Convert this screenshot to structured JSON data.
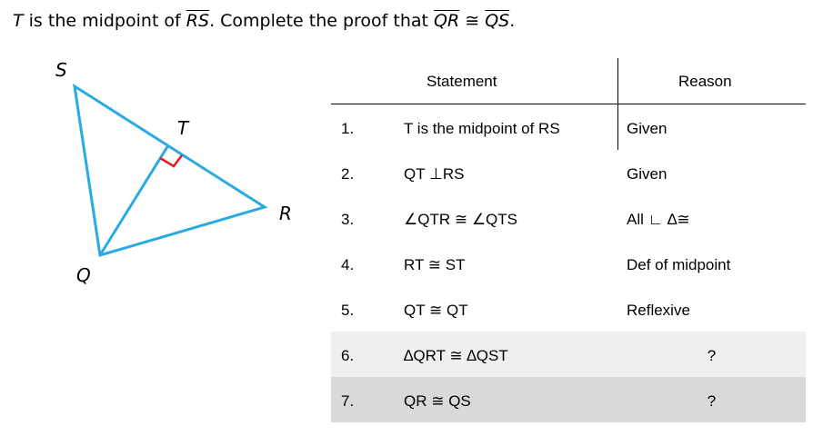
{
  "prompt": {
    "p1": "T",
    "p2": " is the midpoint of ",
    "p3": "RS",
    "p4": ". Complete the proof that ",
    "p5": "QR",
    "p6": " ≅ ",
    "p7": "QS",
    "p8": "."
  },
  "figure": {
    "labels": {
      "S": "S",
      "T": "T",
      "R": "R",
      "Q": "Q"
    },
    "colors": {
      "triangle": "#29abe2",
      "right_angle": "#e01d1d"
    }
  },
  "proof": {
    "headers": {
      "statement": "Statement",
      "reason": "Reason"
    },
    "rows": [
      {
        "num": "1.",
        "statement": "T is the midpoint of RS",
        "reason": "Given"
      },
      {
        "num": "2.",
        "statement": "QT ⊥RS",
        "reason": "Given"
      },
      {
        "num": "3.",
        "statement": "∠QTR ≅ ∠QTS",
        "reason": "All ∟ ∆≅"
      },
      {
        "num": "4.",
        "statement": "RT ≅ ST",
        "reason": "Def of midpoint"
      },
      {
        "num": "5.",
        "statement": "QT ≅ QT",
        "reason": "Reflexive"
      },
      {
        "num": "6.",
        "statement": "∆QRT ≅ ∆QST",
        "reason": "?"
      },
      {
        "num": "7.",
        "statement": "QR ≅ QS",
        "reason": "?"
      }
    ]
  }
}
